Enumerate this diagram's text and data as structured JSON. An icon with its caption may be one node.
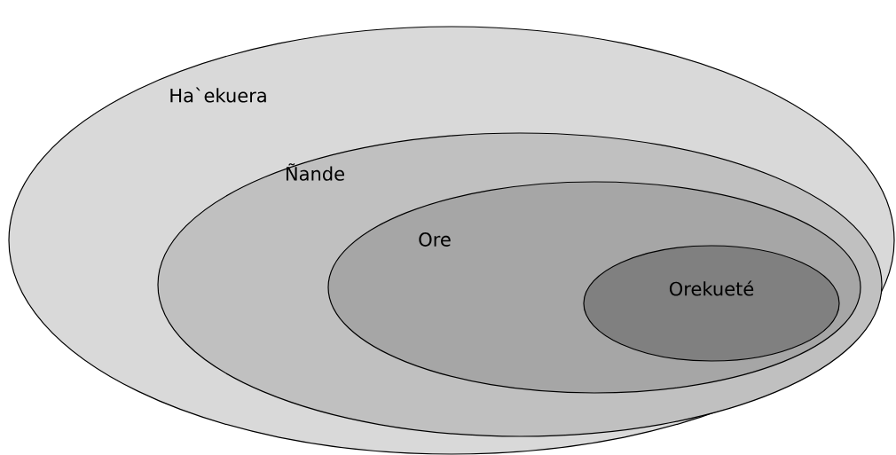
{
  "diagram": {
    "nodes": [
      {
        "text": [
          "Ha`ekuera"
        ]
      },
      {
        "text": [
          "Ñande"
        ],
        "in": 0
      },
      {
        "text": [
          "Ore"
        ],
        "in": 1
      },
      {
        "text": [
          "Orekueté"
        ],
        "in": 2
      }
    ]
  }
}
